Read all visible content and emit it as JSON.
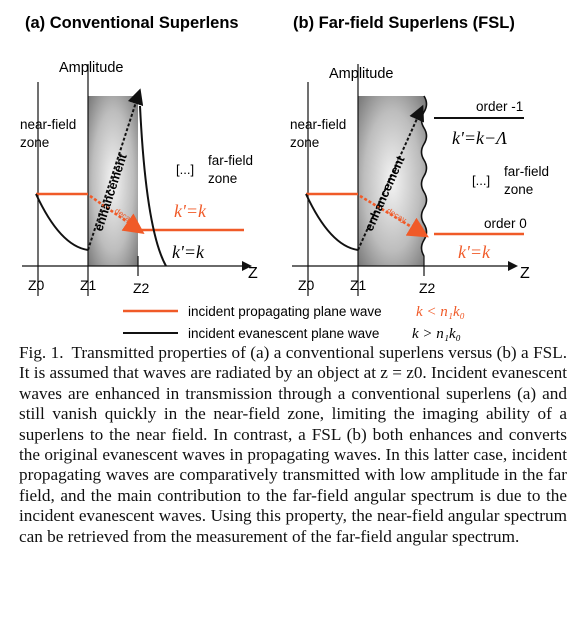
{
  "figure": {
    "panel_a": {
      "title": "(a) Conventional Superlens",
      "y_axis": "Amplitude",
      "near_field_line1": "near-field",
      "near_field_line2": "zone",
      "far_field_line1": "far-field",
      "far_field_line2": "zone",
      "ellipsis": "[...]",
      "enhancement": "enhancement",
      "decay": "decay",
      "k_label_1": "k'=k",
      "k_label_2": "k'=k",
      "z0": "Z0",
      "z1": "Z1",
      "z2": "Z2",
      "axis": "Z"
    },
    "panel_b": {
      "title": "(b) Far-field Superlens (FSL)",
      "y_axis": "Amplitude",
      "near_field_line1": "near-field",
      "near_field_line2": "zone",
      "far_field_line1": "far-field",
      "far_field_line2": "zone",
      "ellipsis": "[...]",
      "enhancement": "enhancement",
      "decay": "decay",
      "order_minus1": "order -1",
      "order_0": "order 0",
      "k_label_1": "k'=k−Λ",
      "k_label_2": "k'=k",
      "z0": "Z0",
      "z1": "Z1",
      "z2": "Z2",
      "axis": "Z"
    },
    "legend": {
      "propagating_text": "incident propagating plane wave",
      "propagating_math": "k < n₁k₀",
      "evanescent_text": "incident evanescent plane wave",
      "evanescent_math": "k > n₁k₀"
    },
    "colors": {
      "propagating": "#f05a28",
      "evanescent": "#111111",
      "slab_dark": "#6d6d6d",
      "slab_light": "#f2f2f2"
    }
  },
  "caption": {
    "label": "Fig. 1.",
    "text": "Transmitted properties of (a) a conventional superlens versus (b) a FSL. It is assumed that waves are radiated by an object at z = z0. Incident evanescent waves are enhanced in transmission through a conventional superlens (a) and still vanish quickly in the near-field zone, limiting the imaging ability of a superlens to the near field. In contrast, a FSL (b) both enhances and converts the original evanescent waves in propagating waves. In this latter case, incident propagating waves are comparatively transmitted with low amplitude in the far field, and the main contribution to the far-field angular spectrum is due to the incident evanescent waves. Using this property, the near-field angular spectrum can be retrieved from the measurement of the far-field angular spectrum."
  }
}
